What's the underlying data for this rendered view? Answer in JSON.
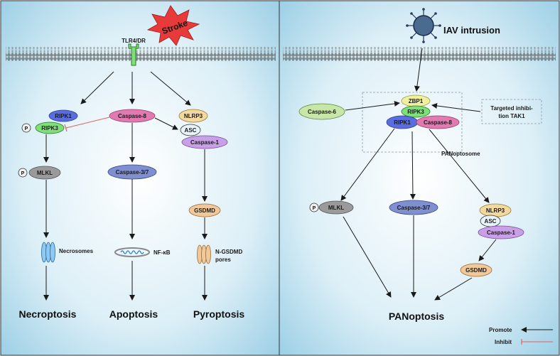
{
  "left_panel": {
    "stroke_label": "Stroke",
    "receptor_label": "TLR4/DR",
    "nodes": {
      "ripk1": "RIPK1",
      "ripk3": "RIPK3",
      "phospho_ripk3": "P",
      "caspase8": "Caspase-8",
      "nlrp3": "NLRP3",
      "asc": "ASC",
      "caspase1": "Caspase-1",
      "mlkl": "MLKL",
      "phospho_mlkl": "P",
      "caspase37": "Caspase-3/7",
      "gsdmd": "GSDMD",
      "necrosomes": "Necrosomes",
      "nfkb": "NF-κB",
      "ngsdmd_line1": "N-GSDMD",
      "ngsdmd_line2": "pores"
    },
    "outcomes": {
      "necroptosis": "Necroptosis",
      "apoptosis": "Apoptosis",
      "pyroptosis": "Pyroptosis"
    }
  },
  "right_panel": {
    "virus_label": "IAV intrusion",
    "nodes": {
      "zbp1": "ZBP1",
      "ripk3": "RIPK3",
      "ripk1": "RIPK1",
      "caspase8": "Caspase-8",
      "caspase6": "Caspase-6",
      "tak1_line1": "Targeted inhibi-",
      "tak1_line2": "tion TAK1",
      "panoptosome": "PANoptosome",
      "mlkl": "MLKL",
      "phospho_mlkl": "P",
      "caspase37": "Caspase-3/7",
      "nlrp3": "NLRP3",
      "asc": "ASC",
      "caspase1": "Caspase-1",
      "gsdmd": "GSDMD"
    },
    "outcome": "PANoptosis"
  },
  "legend": {
    "promote": "Promote",
    "inhibit": "Inhibit"
  },
  "colors": {
    "ripk1": "#5a6de0",
    "ripk3": "#7fe07a",
    "caspase8": "#e07ab0",
    "nlrp3": "#f2d9a0",
    "caspase1": "#c9a0e8",
    "mlkl": "#9a9a9a",
    "caspase37": "#7f8fcf",
    "gsdmd": "#f0c89a",
    "zbp1": "#f0f0a0",
    "caspase6": "#c8e6a8",
    "inhibit": "#e06060",
    "stroke": "#e83a3a"
  }
}
